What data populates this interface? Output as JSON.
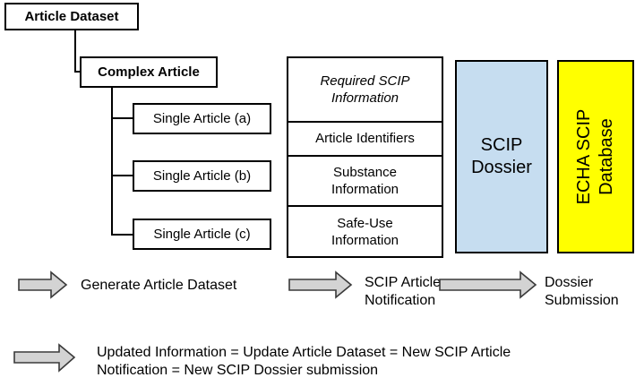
{
  "tree": {
    "root_label": "Article Dataset",
    "complex_label": "Complex Article",
    "singles": [
      "Single Article (a)",
      "Single Article (b)",
      "Single Article (c)"
    ]
  },
  "info_table": {
    "header": "Required SCIP Information",
    "rows": [
      "Article Identifiers",
      "Substance Information",
      "Safe-Use Information"
    ]
  },
  "scip_dossier": {
    "label": "SCIP Dossier",
    "fill": "#c6ddf0"
  },
  "echa_database": {
    "label": "ECHA SCIP Database",
    "fill": "#ffff00"
  },
  "flow": {
    "steps": [
      {
        "label": "Generate Article Dataset"
      },
      {
        "label": "SCIP Article Notification"
      },
      {
        "label": "Dossier Submission"
      }
    ],
    "update_note": "Updated Information = Update Article Dataset = New SCIP Article Notification = New SCIP Dossier submission"
  },
  "colors": {
    "arrow_fill": "#d3d3d3",
    "arrow_stroke": "#3a3a3a",
    "box_border": "#000000"
  }
}
